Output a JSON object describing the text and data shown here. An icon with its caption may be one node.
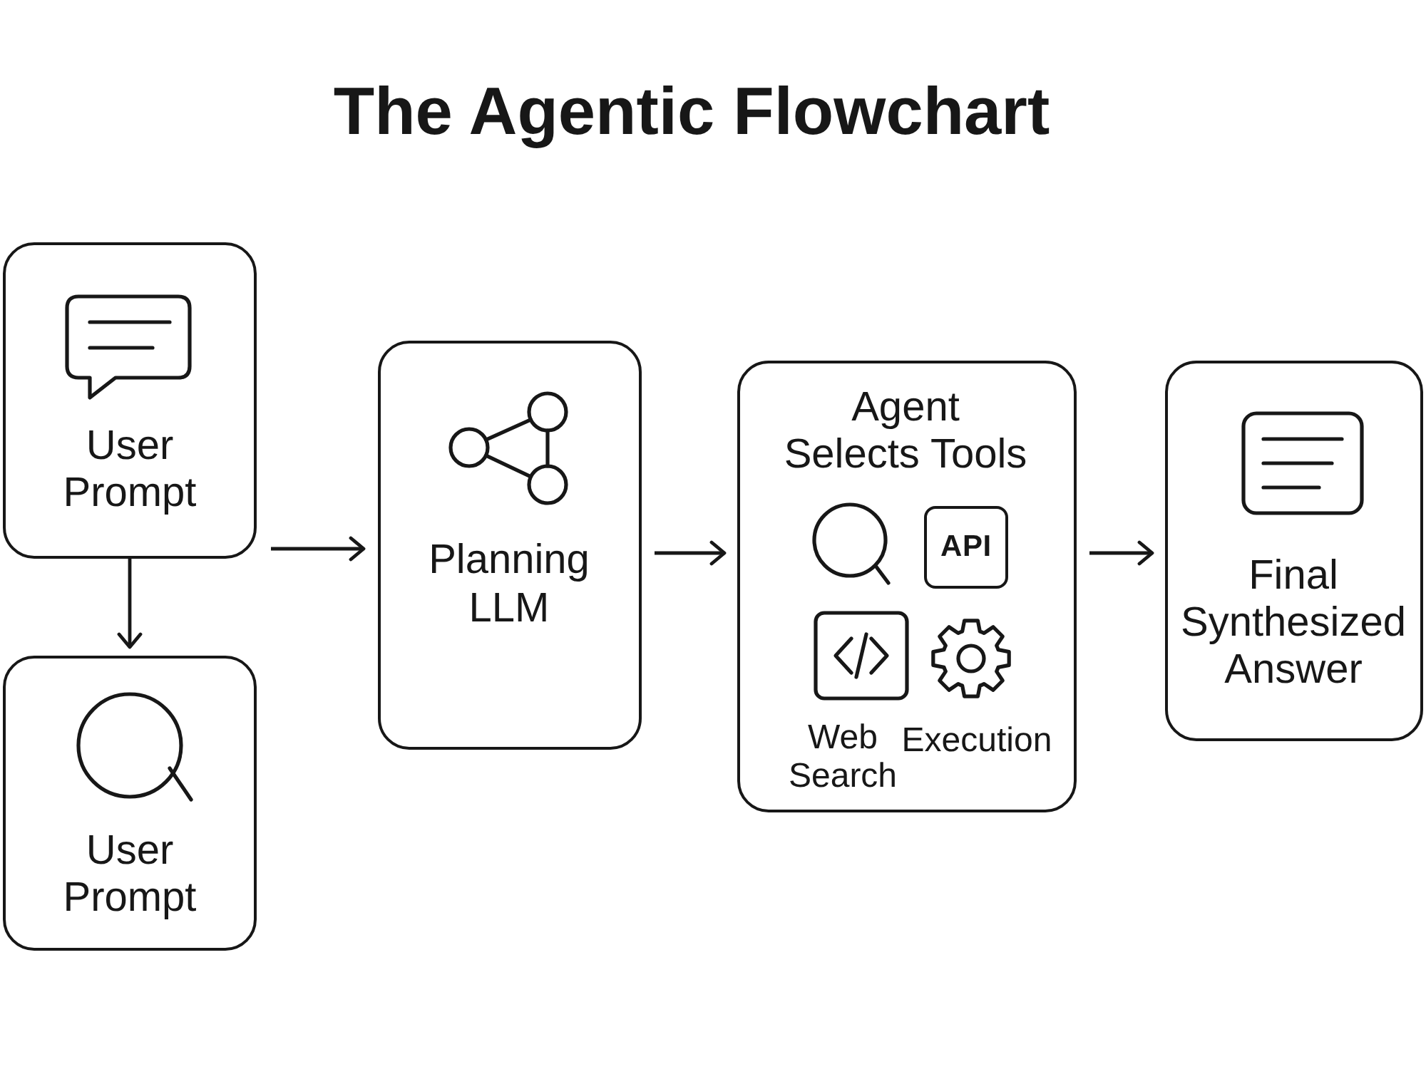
{
  "diagram": {
    "title": "The Agentic Flowchart",
    "nodes": [
      {
        "text": [
          "User Prompt"
        ]
      },
      {
        "text": [
          "User Prompt"
        ]
      },
      {
        "text": [
          "Planning LLM"
        ]
      },
      {
        "text": [
          "Agent Selects Tools",
          "Web Search",
          "Execution"
        ]
      },
      {
        "text": [
          "API"
        ],
        "in": 3
      },
      {
        "text": [
          "Final Synthesized Answer"
        ]
      }
    ],
    "edges": [
      {
        "from": 0,
        "to": 1,
        "arrow": "to"
      },
      {
        "from": 0,
        "to": 2,
        "arrow": "to"
      },
      {
        "from": 2,
        "to": 3,
        "arrow": "to"
      },
      {
        "from": 3,
        "to": 5,
        "arrow": "to"
      }
    ]
  }
}
